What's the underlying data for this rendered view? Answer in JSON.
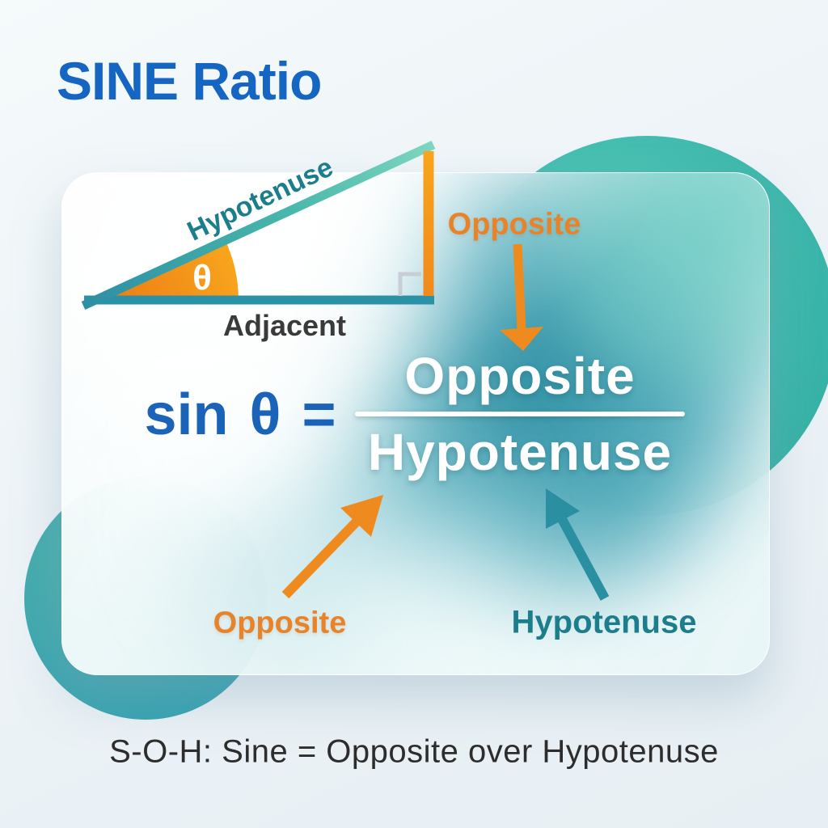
{
  "title": {
    "text": "SINE Ratio"
  },
  "triangle": {
    "hypotenuse_label": "Hypotenuse",
    "adjacent_label": "Adjacent",
    "theta": "θ"
  },
  "formula": {
    "lhs": "sin θ =",
    "numerator": "Opposite",
    "denominator": "Hypotenuse"
  },
  "callouts": {
    "opposite_top": "Opposite",
    "opposite_bottom": "Opposite",
    "hypotenuse_bottom": "Hypotenuse"
  },
  "footer": {
    "text": "S-O-H: Sine = Opposite over Hypotenuse"
  },
  "colors": {
    "title_blue": "#1565c2",
    "formula_blue": "#1a63b8",
    "orange": "#ef8a1f",
    "teal_text": "#1c7d8c",
    "teal_line": "#2b91a6",
    "blob_teal": "#3fbcae",
    "card_teal": "#3a9fb2",
    "background": "#edf3f7",
    "footer_text": "#2d2d2d",
    "fraction_text": "#ffffff"
  }
}
